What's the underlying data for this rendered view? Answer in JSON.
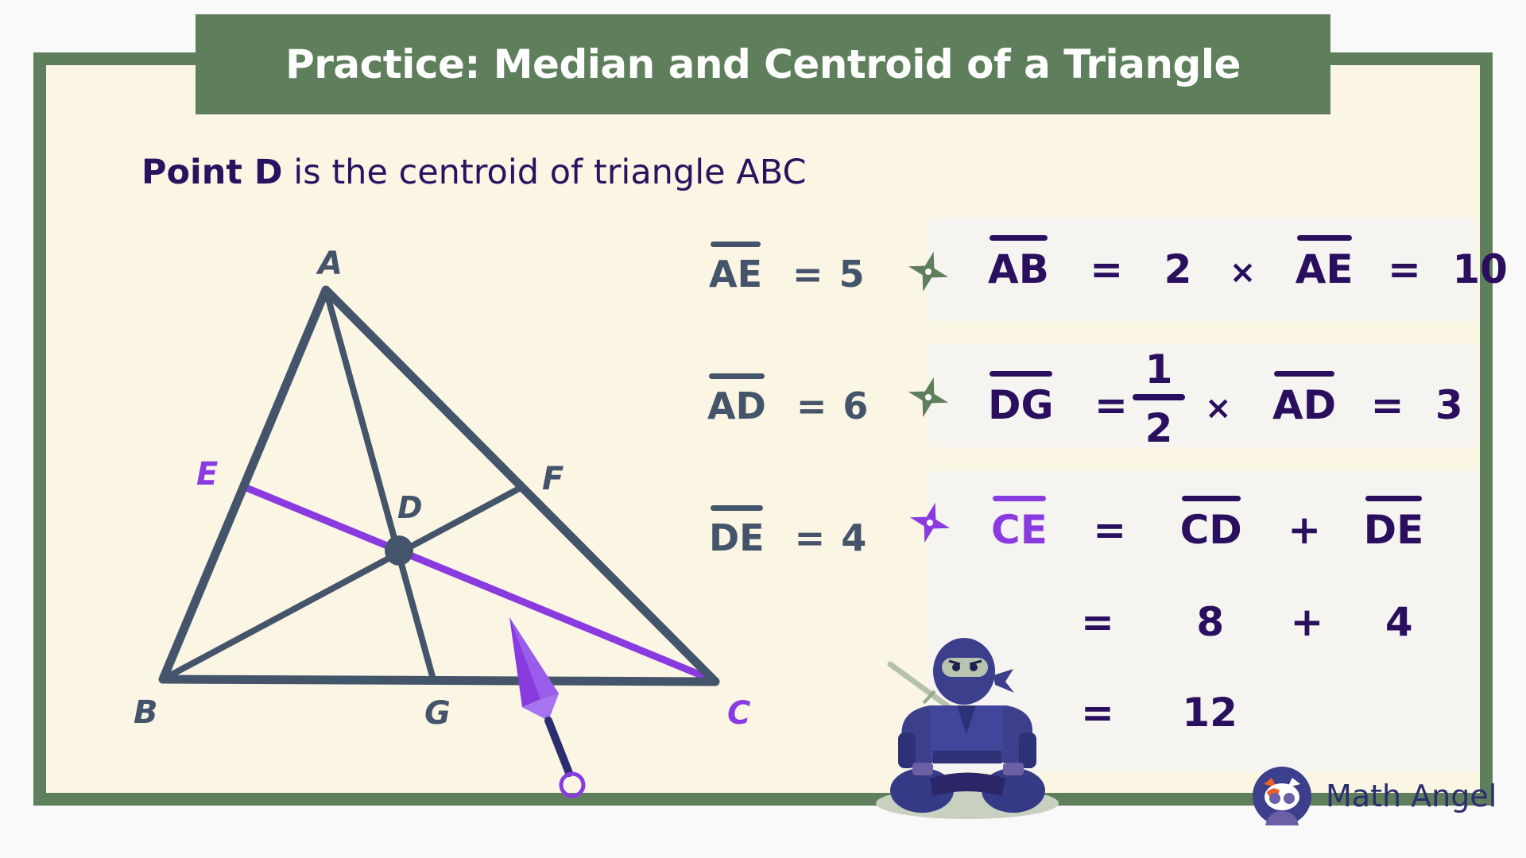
{
  "header": {
    "title": "Practice: Median and Centroid of a Triangle"
  },
  "statement": {
    "bold": "Point D",
    "rest": " is the centroid of triangle ABC"
  },
  "diagram": {
    "vertices": {
      "A": "A",
      "B": "B",
      "C": "C"
    },
    "midpoints": {
      "E": "E",
      "F": "F",
      "G": "G"
    },
    "centroid": "D",
    "line_color": "#44546a",
    "highlight_color": "#8a3be0"
  },
  "given": [
    {
      "segment": "AE",
      "eq": "=",
      "value": "5"
    },
    {
      "segment": "AD",
      "eq": "=",
      "value": "6"
    },
    {
      "segment": "DE",
      "eq": "=",
      "value": "4"
    }
  ],
  "solutions": {
    "row1": {
      "lhs": "AB",
      "eq1": "=",
      "factor": "2",
      "times": "×",
      "seg": "AE",
      "eq2": "=",
      "result": "10",
      "star_color": "#5f7f5c"
    },
    "row2": {
      "lhs": "DG",
      "eq1": "=",
      "num": "1",
      "den": "2",
      "times": "×",
      "seg": "AD",
      "eq2": "=",
      "result": "3",
      "star_color": "#5f7f5c"
    },
    "row3": {
      "lhs": "CE",
      "eq1": "=",
      "seg1": "CD",
      "plus": "+",
      "seg2": "DE",
      "line2": {
        "eq": "=",
        "a": "8",
        "plus": "+",
        "b": "4"
      },
      "line3": {
        "eq": "=",
        "result": "12"
      },
      "star_color": "#8a3be0"
    }
  },
  "branding": {
    "logo_text": "Math Angel"
  },
  "colors": {
    "frame": "#5f7f5c",
    "canvas": "#fbf5e4",
    "ink": "#2a0f5e",
    "accent": "#8a3be0"
  }
}
